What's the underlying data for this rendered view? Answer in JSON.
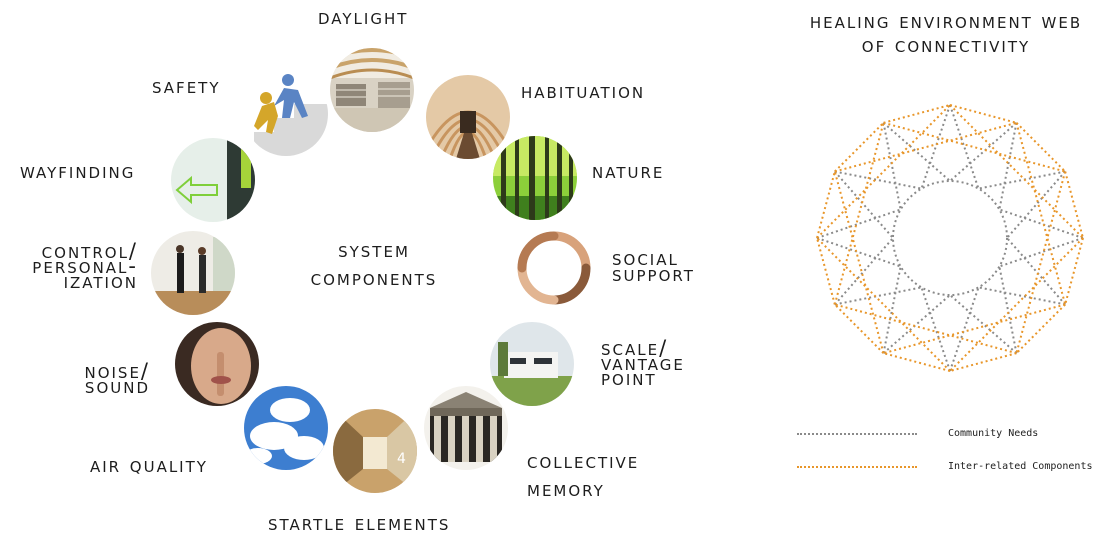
{
  "center": {
    "line1": "System",
    "line2": "Components"
  },
  "components": {
    "daylight": "Daylight",
    "habituation": "Habituation",
    "nature": "Nature",
    "social_support": [
      "Social",
      "Support"
    ],
    "scale_vantage": [
      "Scale/",
      "Vantage",
      "Point"
    ],
    "collective_memory": [
      "Collective",
      "Memory"
    ],
    "startle_elements": "Startle Elements",
    "air_quality": "Air Quality",
    "noise_sound": [
      "Noise/",
      "Sound"
    ],
    "control": [
      "Control/",
      "Personal-",
      "ization"
    ],
    "wayfinding": "Wayfinding",
    "safety": "Safety"
  },
  "web": {
    "title_line1": "Healing Environment Web",
    "title_line2": "of Connectivity",
    "community_color": "#8a8a8a",
    "interrelated_color": "#e8962a"
  },
  "legend": {
    "community": "Community Needs",
    "interrelated": "Inter-related Components"
  },
  "icons": {
    "daylight": "library-interior-photo",
    "habituation": "wooden-tunnel-photo",
    "nature": "forest-photo",
    "social_support": "hands-circle-photo",
    "scale_vantage": "modern-house-photo",
    "collective_memory": "classical-facade-photo",
    "startle_elements": "corridor-photo",
    "air_quality": "sky-clouds-photo",
    "noise_sound": "shush-photo",
    "control": "people-room-photo",
    "wayfinding": "arrow-sign-photo",
    "safety": "helping-hand-icon"
  }
}
